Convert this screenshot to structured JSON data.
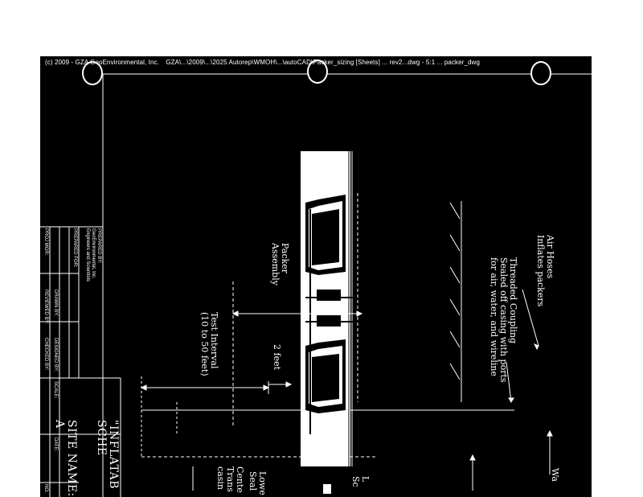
{
  "header": {
    "copyright": "(c) 2009 - GZA GeoEnvironmental, Inc.",
    "path": "GZA\\...\\2009\\...\\2025 Autorep\\WMOH\\...\\autoCAD\\Packer_sizing [Sheets] ... rev2...dwg - 5:1 ... packer_dwg"
  },
  "labels": {
    "air_hoses": [
      "Air Hoses",
      "Inflates packers"
    ],
    "threaded_coupling": [
      "Threaded Coupling",
      "Sealed off casing with ports",
      "for air, water, and wireline"
    ],
    "packer_assembly": [
      "Packer",
      "Assembly"
    ],
    "test_interval": [
      "Test Interval",
      "(10 to 50 feet)"
    ],
    "two_feet": "2 feet",
    "water": "Wa",
    "partial_left": [
      "L",
      "Sc"
    ],
    "partial_center": [
      "Cente",
      "Trans",
      "casin"
    ],
    "partial_low": [
      "Lowe",
      "Seal"
    ]
  },
  "title_block": {
    "prepared_by": [
      "PREPARED BY:",
      "GeoEnvironmental, Inc.",
      "Engineers and Scientists"
    ],
    "prepared_for": "PREPARED FOR:",
    "proj_mgr": "PROJ MGR:",
    "reviewed_by": "REVIEWED BY:",
    "checked_by": "CHECKED BY:",
    "designed_by": "DESIGNED BY:",
    "drawn_by": "DRAWN BY:",
    "scale": "SCALE:",
    "date": "DATE:",
    "title": [
      "\"INFLATAB",
      "SCHE"
    ],
    "site_name": [
      "SITE NAME: R",
      "A"
    ],
    "no": "NO."
  },
  "colors": {
    "background": "#000000",
    "ink": "#ffffff",
    "paper": "#ffffff"
  }
}
